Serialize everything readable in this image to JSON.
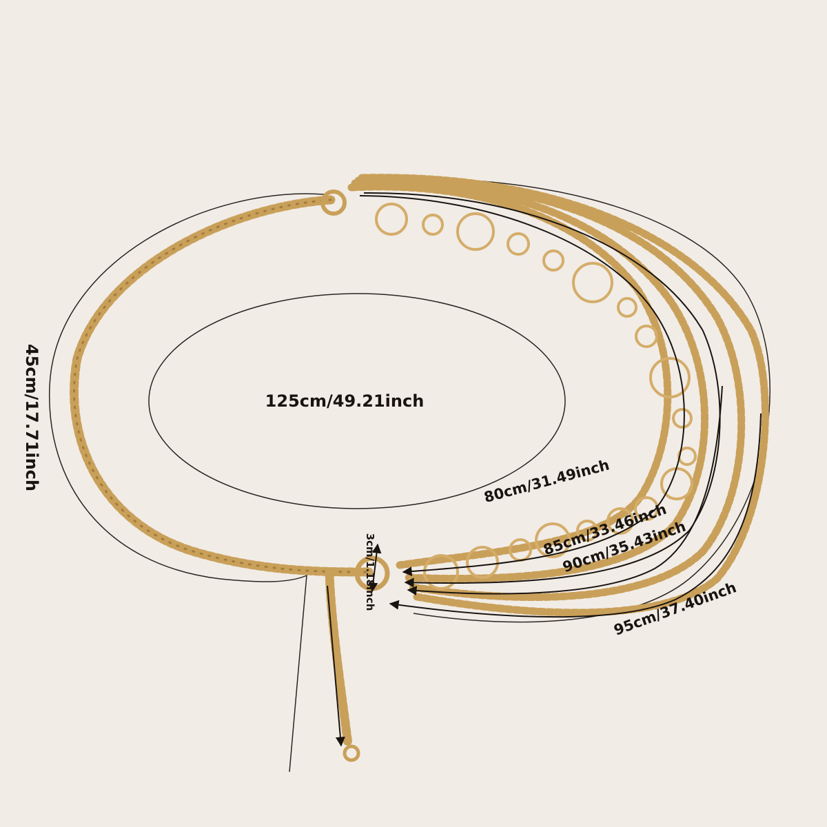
{
  "product": {
    "type": "layered waist chain belt",
    "color": "#c9a05a",
    "background": "#f1ece6"
  },
  "measurements": {
    "circumference": "125cm/49.21inch",
    "tail": "45cm/17.71inch",
    "ring": "3cm/1.18inch",
    "strand_1": "80cm/31.49inch",
    "strand_2": "85cm/33.46inch",
    "strand_3": "90cm/35.43inch",
    "strand_4": "95cm/37.40inch"
  }
}
